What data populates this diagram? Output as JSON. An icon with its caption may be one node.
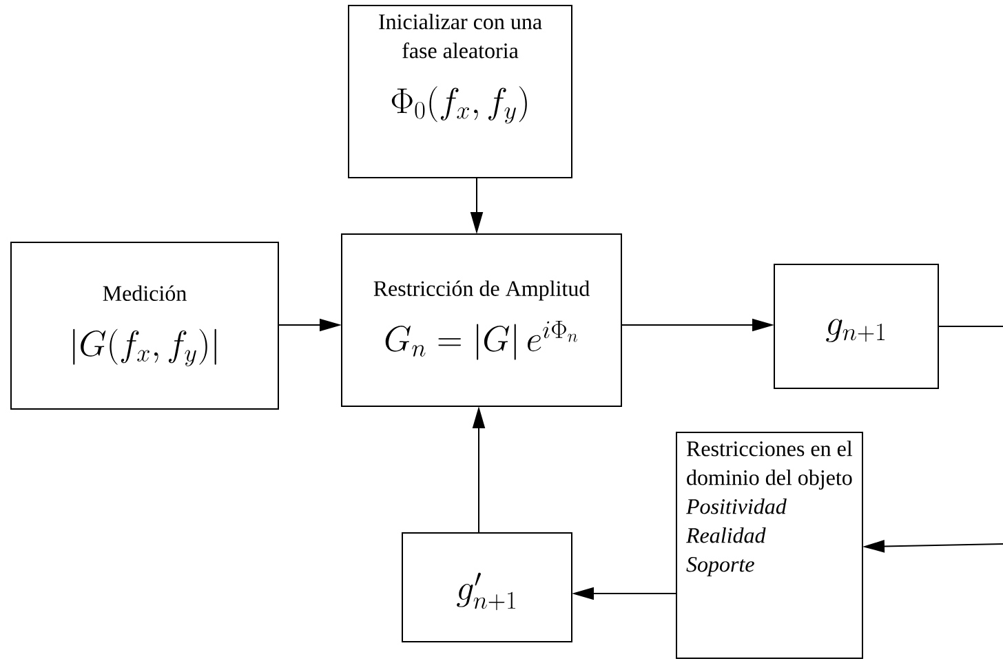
{
  "diagram": {
    "nodes": [
      {
        "text": [
          "Inicializar con una fase aleatoria",
          "\\Phi_0(f_x, f_y)"
        ]
      },
      {
        "text": [
          "Medición",
          "|G(f_x, f_y)|"
        ]
      },
      {
        "text": [
          "Restricción de Amplitud",
          "G_n = |G|\\, e^{i\\Phi_n}"
        ]
      },
      {
        "text": [
          "g_{n+1}"
        ]
      },
      {
        "text": [
          "Restricciones en el dominio del objeto",
          "Positividad",
          "Realidad",
          "Soporte"
        ]
      },
      {
        "text": [
          "g'_{n+1}"
        ]
      }
    ],
    "edges": [
      {
        "from": 0,
        "to": 2,
        "arrow": "to"
      },
      {
        "from": 1,
        "to": 2,
        "arrow": "to"
      },
      {
        "from": 2,
        "to": 3,
        "arrow": "to"
      },
      {
        "from": 3,
        "to": null,
        "arrow": "none"
      },
      {
        "from": null,
        "to": 4,
        "arrow": "to"
      },
      {
        "from": 4,
        "to": 5,
        "arrow": "to"
      },
      {
        "from": 5,
        "to": 2,
        "arrow": "to"
      }
    ]
  }
}
